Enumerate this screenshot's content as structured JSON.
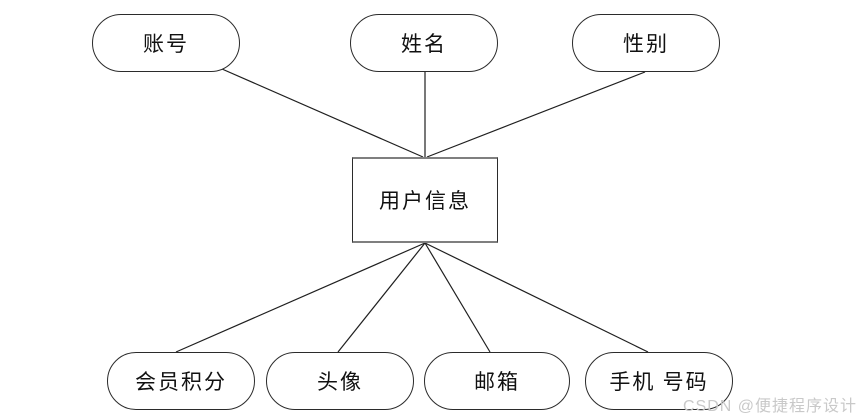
{
  "diagram": {
    "type": "er-attribute-diagram",
    "entity": {
      "id": "user-info",
      "label": "用户信息",
      "shape": "rectangle"
    },
    "attributes": [
      {
        "id": "account",
        "label": "账号",
        "shape": "stadium",
        "position": "top"
      },
      {
        "id": "name",
        "label": "姓名",
        "shape": "stadium",
        "position": "top"
      },
      {
        "id": "gender",
        "label": "性别",
        "shape": "stadium",
        "position": "top"
      },
      {
        "id": "member-points",
        "label": "会员积分",
        "shape": "stadium",
        "position": "bottom"
      },
      {
        "id": "avatar",
        "label": "头像",
        "shape": "stadium",
        "position": "bottom"
      },
      {
        "id": "email",
        "label": "邮箱",
        "shape": "stadium",
        "position": "bottom"
      },
      {
        "id": "phone",
        "label": "手机 号码",
        "shape": "stadium",
        "position": "bottom"
      }
    ],
    "edges": [
      {
        "from": "account",
        "to": "user-info"
      },
      {
        "from": "name",
        "to": "user-info"
      },
      {
        "from": "gender",
        "to": "user-info"
      },
      {
        "from": "user-info",
        "to": "member-points"
      },
      {
        "from": "user-info",
        "to": "avatar"
      },
      {
        "from": "user-info",
        "to": "email"
      },
      {
        "from": "user-info",
        "to": "phone"
      }
    ]
  },
  "watermark": {
    "text": "CSDN @便捷程序设计",
    "color": "#c9c9c9"
  },
  "colors": {
    "background": "#ffffff",
    "node_border": "#2b2b2b",
    "entity_border_horizontal": "#7f7f7f",
    "connector_line": "#1f1f1f",
    "text": "#111111"
  }
}
